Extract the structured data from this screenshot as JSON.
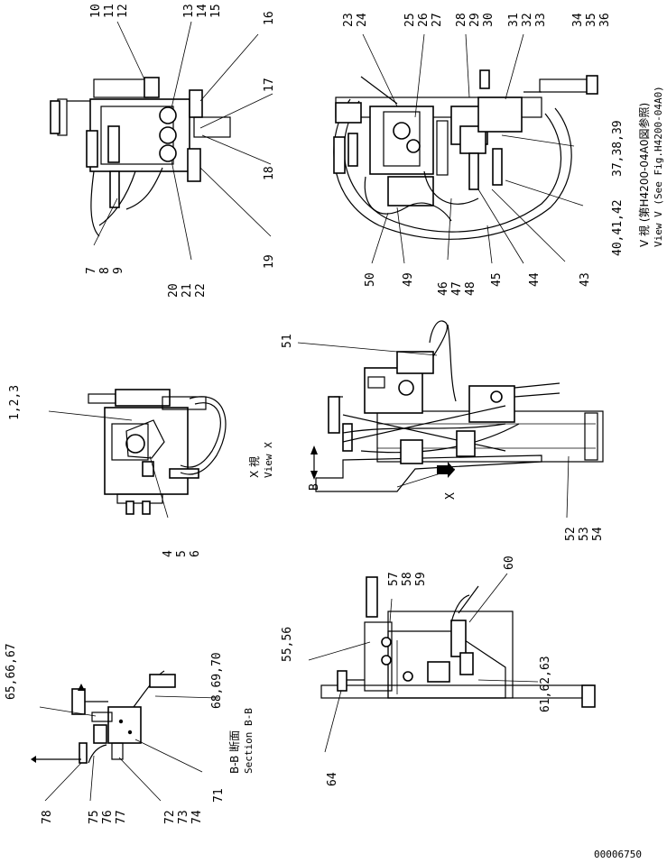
{
  "drawing_number": "00006750",
  "view_titles": {
    "view_x_jp": "X 視",
    "view_x_en": "View X",
    "section_bb_jp": "B-B 断面",
    "section_bb_en": "Section B-B",
    "view_v_jp": "V 視 (第H4200-04A0図参照)",
    "view_v_en": "View V (See Fig.H4200-04A0)"
  },
  "markers": {
    "x": "X",
    "b": "B"
  },
  "callouts": [
    "1,2,3",
    "4",
    "5",
    "6",
    "7",
    "8",
    "9",
    "10",
    "11",
    "12",
    "13",
    "14",
    "15",
    "16",
    "17",
    "18",
    "19",
    "20",
    "21",
    "22",
    "23",
    "24",
    "25",
    "26",
    "27",
    "28",
    "29",
    "30",
    "31",
    "32",
    "33",
    "34",
    "35",
    "36",
    "37,38,39",
    "40,41,42",
    "43",
    "44",
    "45",
    "46",
    "47",
    "48",
    "49",
    "50",
    "51",
    "52",
    "53",
    "54",
    "55,56",
    "57",
    "58",
    "59",
    "60",
    "61,62,63",
    "64",
    "65,66,67",
    "68,69,70",
    "71",
    "72",
    "73",
    "74",
    "75",
    "76",
    "77",
    "78"
  ]
}
